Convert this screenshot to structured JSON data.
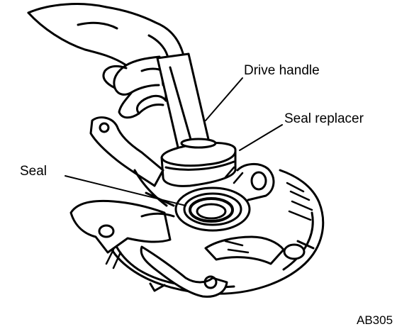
{
  "labels": {
    "drive_handle": "Drive handle",
    "seal_replacer": "Seal replacer",
    "seal": "Seal",
    "figure_code": "AB305"
  }
}
